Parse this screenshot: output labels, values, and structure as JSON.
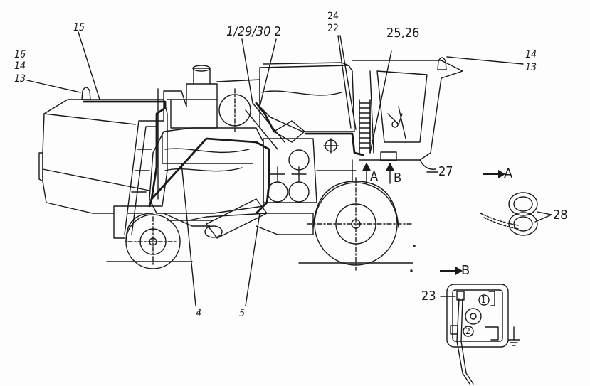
{
  "labels": {
    "l15": "15",
    "l16": "16",
    "l14_left": "14",
    "l13_left": "13",
    "l1_29_30": "1/29/30",
    "l2": "2",
    "l24": "24",
    "l22": "22",
    "l25_26": "25,26",
    "l14_right": "14",
    "l13_right": "13",
    "l27": "27",
    "l28": "28",
    "l4": "4",
    "l5": "5",
    "l23": "23",
    "arrow_A": "A",
    "arrow_B": "B",
    "view_A": "A",
    "view_B": "B",
    "terminal_1": "1",
    "terminal_2": "2"
  },
  "colors": {
    "ink": "#1a1a1a",
    "paper": "#fdfdfd",
    "shade": "#8a8a8a"
  }
}
